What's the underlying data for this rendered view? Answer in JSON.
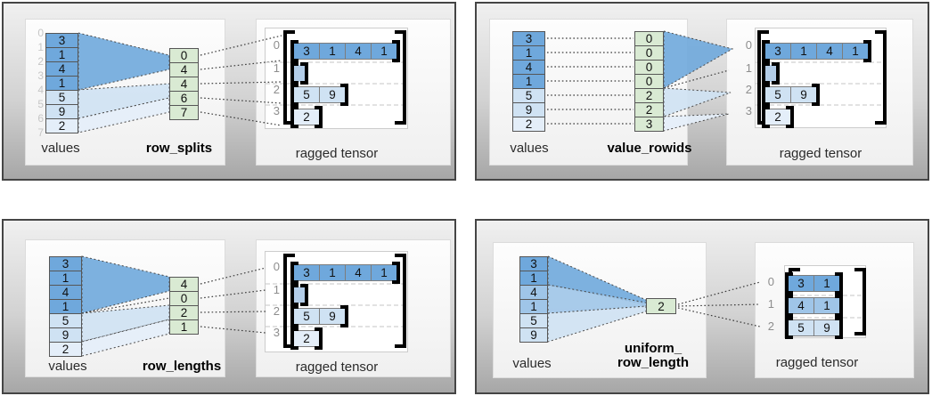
{
  "colors": {
    "c-dark": "#6fa8dc",
    "c-med": "#9fc5e8",
    "c-light": "#cfe2f3",
    "c-lighter": "#e4eef9",
    "c-green": "#d9ead3",
    "c-empty": "#b3cde8"
  },
  "panels": [
    {
      "name": "row_splits",
      "values_label": "values",
      "param_label": "row_splits",
      "tensor_label": "ragged tensor",
      "values": [
        "3",
        "1",
        "4",
        "1",
        "5",
        "9",
        "2"
      ],
      "value_indices": [
        "0",
        "1",
        "2",
        "3",
        "4",
        "5",
        "6",
        "7"
      ],
      "param_values": [
        "0",
        "4",
        "4",
        "6",
        "7"
      ],
      "row_indices": [
        "0",
        "1",
        "2",
        "3"
      ],
      "rows": {
        "r0": [
          "3",
          "1",
          "4",
          "1"
        ],
        "r2": [
          "5",
          "9"
        ],
        "r3": [
          "2"
        ]
      }
    },
    {
      "name": "value_rowids",
      "values_label": "values",
      "param_label": "value_rowids",
      "tensor_label": "ragged tensor",
      "values": [
        "3",
        "1",
        "4",
        "1",
        "5",
        "9",
        "2"
      ],
      "param_values": [
        "0",
        "0",
        "0",
        "0",
        "2",
        "2",
        "3"
      ],
      "row_indices": [
        "0",
        "1",
        "2",
        "3"
      ],
      "rows": {
        "r0": [
          "3",
          "1",
          "4",
          "1"
        ],
        "r2": [
          "5",
          "9"
        ],
        "r3": [
          "2"
        ]
      }
    },
    {
      "name": "row_lengths",
      "values_label": "values",
      "param_label": "row_lengths",
      "tensor_label": "ragged tensor",
      "values": [
        "3",
        "1",
        "4",
        "1",
        "5",
        "9",
        "2"
      ],
      "param_values": [
        "4",
        "0",
        "2",
        "1"
      ],
      "row_indices": [
        "0",
        "1",
        "2",
        "3"
      ],
      "rows": {
        "r0": [
          "3",
          "1",
          "4",
          "1"
        ],
        "r2": [
          "5",
          "9"
        ],
        "r3": [
          "2"
        ]
      }
    },
    {
      "name": "uniform_row_length",
      "values_label": "values",
      "param_label_line1": "uniform_",
      "param_label_line2": "row_length",
      "tensor_label": "ragged tensor",
      "values": [
        "3",
        "1",
        "4",
        "1",
        "5",
        "9"
      ],
      "param_values": [
        "2"
      ],
      "row_indices": [
        "0",
        "1",
        "2"
      ],
      "rows": {
        "r0": [
          "3",
          "1"
        ],
        "r1": [
          "4",
          "1"
        ],
        "r2": [
          "5",
          "9"
        ]
      }
    }
  ]
}
